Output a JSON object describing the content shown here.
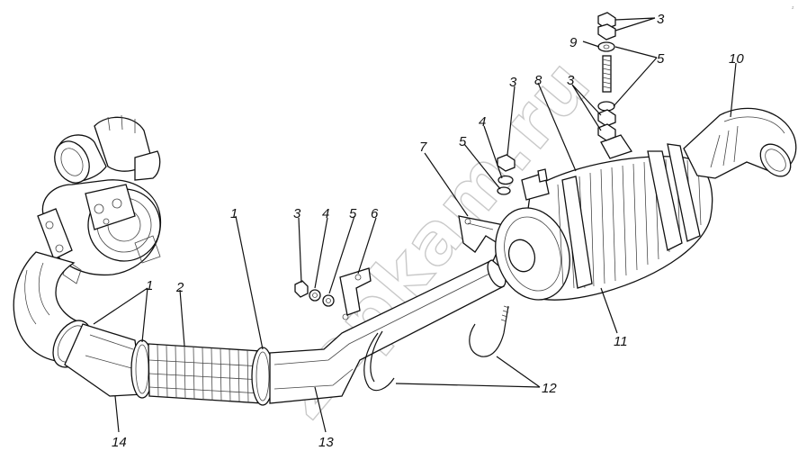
{
  "watermark": "zapkam.ru",
  "corner_mark": "z",
  "callouts": [
    {
      "id": "c-3-top",
      "text": "3"
    },
    {
      "id": "c-9",
      "text": "9"
    },
    {
      "id": "c-5-top",
      "text": "5"
    },
    {
      "id": "c-10",
      "text": "10"
    },
    {
      "id": "c-3-mid-left",
      "text": "3"
    },
    {
      "id": "c-8",
      "text": "8"
    },
    {
      "id": "c-3-mid-right",
      "text": "3"
    },
    {
      "id": "c-4-mid",
      "text": "4"
    },
    {
      "id": "c-5-mid",
      "text": "5"
    },
    {
      "id": "c-7",
      "text": "7"
    },
    {
      "id": "c-1-center",
      "text": "1"
    },
    {
      "id": "c-3-left",
      "text": "3"
    },
    {
      "id": "c-4-left",
      "text": "4"
    },
    {
      "id": "c-5-left",
      "text": "5"
    },
    {
      "id": "c-6",
      "text": "6"
    },
    {
      "id": "c-1-left",
      "text": "1"
    },
    {
      "id": "c-2",
      "text": "2"
    },
    {
      "id": "c-11",
      "text": "11"
    },
    {
      "id": "c-12",
      "text": "12"
    },
    {
      "id": "c-14",
      "text": "14"
    },
    {
      "id": "c-13",
      "text": "13"
    }
  ]
}
